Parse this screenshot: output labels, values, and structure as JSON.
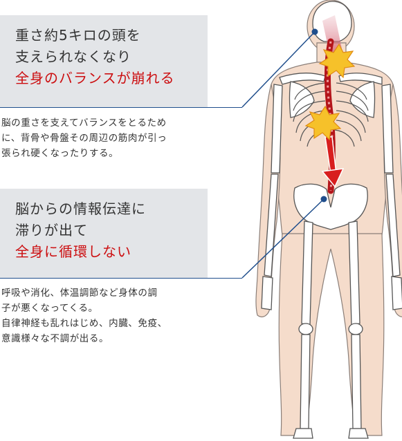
{
  "panel1": {
    "heading_line1": "重さ約5キロの頭を",
    "heading_line2": "支えられなくなり",
    "heading_emph": "全身のバランスが崩れる",
    "body_line1": "脳の重さを支えてバランスをとるため",
    "body_line2": "に、背骨や骨盤その周辺の筋肉が引っ",
    "body_line3": "張られ硬くなったりする。"
  },
  "panel2": {
    "heading_line1": "脳からの情報伝達に",
    "heading_line2": "滞りが出て",
    "heading_emph": "全身に循環しない",
    "body_line1": "呼吸や消化、体温調節など身体の調",
    "body_line2": "子が悪くなってくる。",
    "body_line3": "自律神経も乱れはじめ、内臓、免疫、",
    "body_line4": "意識様々な不調が出る。"
  },
  "colors": {
    "panel_bg": "#e3e5e8",
    "emphasis": "#cc0e10",
    "leader_line": "#1f4e8c",
    "skin": "#f5dccb",
    "bone": "#ffffff",
    "bone_outline": "#555555",
    "pain_burst": "#f6c12a",
    "arrow": "#d81e1e"
  },
  "icons": [
    "pain-burst-icon",
    "strain-arrow-icon",
    "pointer-dot-icon"
  ]
}
